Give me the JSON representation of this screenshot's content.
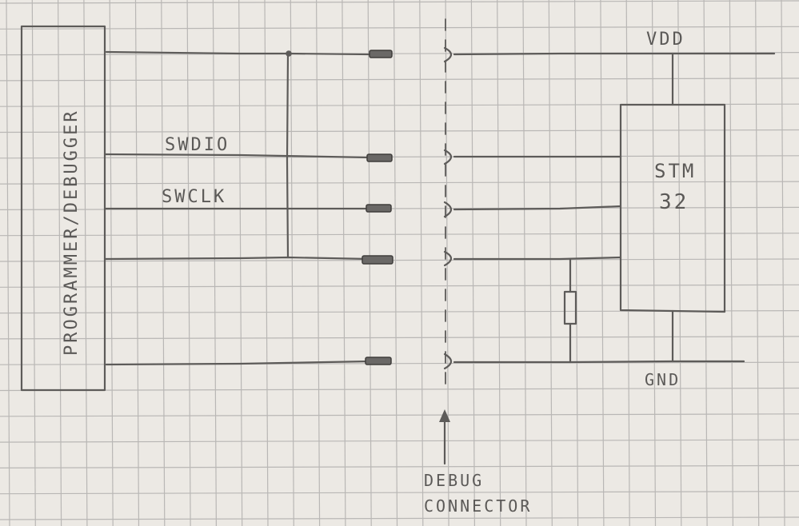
{
  "labels": {
    "programmer": "PROGRAMMER/DEBUGGER",
    "swdio": "SWDIO",
    "swclk": "SWCLK",
    "vdd": "VDD",
    "gnd": "GND",
    "stm_line1": "STM",
    "stm_line2": "32",
    "debug_line1": "DEBUG",
    "debug_line2": "CONNECTOR"
  },
  "colors": {
    "paper": "#ece9e4",
    "grid": "#b9b7b5",
    "pencil": "#5d5b59"
  }
}
